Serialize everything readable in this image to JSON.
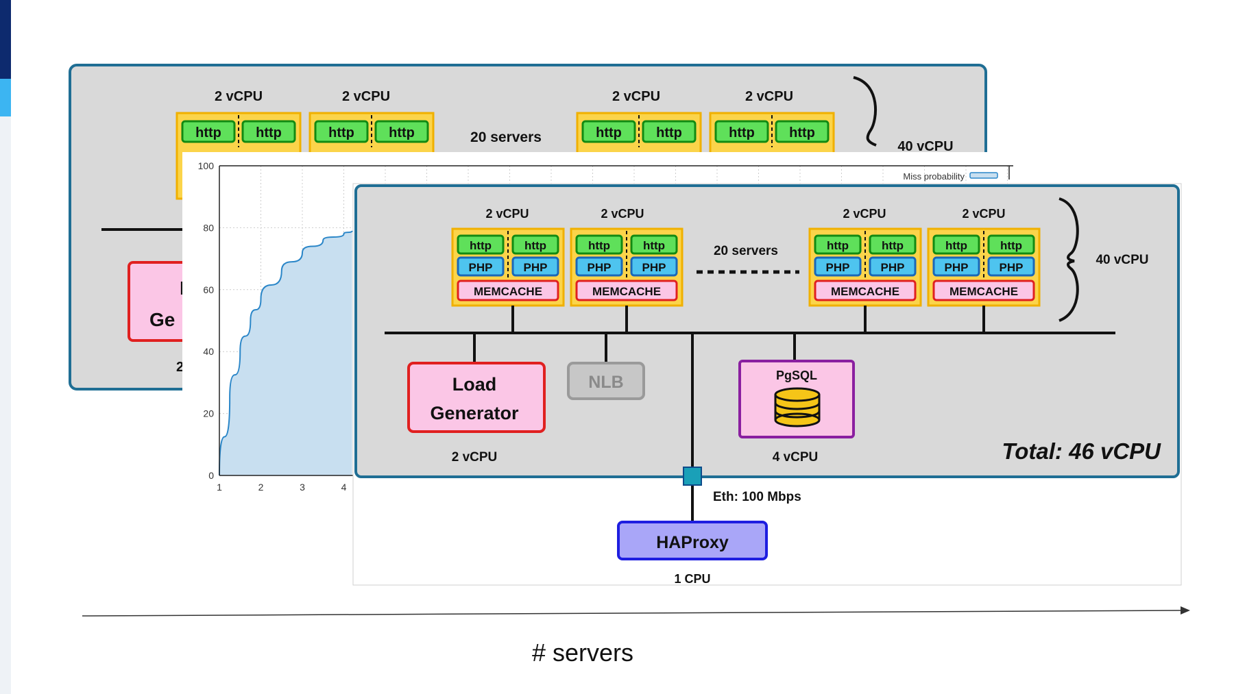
{
  "back_diagram": {
    "vcpu_labels": [
      "2 vCPU",
      "2 vCPU",
      "2 vCPU",
      "2 vCPU"
    ],
    "http": "http",
    "servers_label": "20 servers",
    "total_servers_vcpu": "40 vCPU",
    "load_gen_fragment": [
      "L",
      "Ge"
    ],
    "cpu_fragment": "2"
  },
  "chart": {
    "chart_data": {
      "type": "area",
      "legend": "Miss probability",
      "legend_position": "top-right",
      "grid": true,
      "ylim": [
        0,
        100
      ],
      "yticks": [
        "0",
        "20",
        "40",
        "60",
        "80",
        "100"
      ],
      "xticks": [
        "1",
        "2",
        "3",
        "4"
      ],
      "x": [
        1,
        1.25,
        1.5,
        1.75,
        2,
        2.5,
        3,
        3.5,
        4,
        4.2
      ],
      "values": [
        0,
        25,
        40,
        50,
        57,
        66,
        72,
        76,
        78,
        79
      ]
    }
  },
  "front_diagram": {
    "vcpu_labels": [
      "2 vCPU",
      "2 vCPU",
      "2 vCPU",
      "2 vCPU"
    ],
    "http": "http",
    "php": "PHP",
    "memcache": "MEMCACHE",
    "servers_label": "20 servers",
    "total_servers_vcpu": "40 vCPU",
    "load_generator": [
      "Load",
      "Generator"
    ],
    "load_generator_cpu": "2 vCPU",
    "nlb": "NLB",
    "pgsql": "PgSQL",
    "pgsql_cpu": "4 vCPU",
    "total": "Total: 46 vCPU",
    "eth": "Eth: 100 Mbps",
    "haproxy": "HAProxy",
    "haproxy_cpu": "1 CPU"
  },
  "axis": {
    "label": "# servers"
  }
}
